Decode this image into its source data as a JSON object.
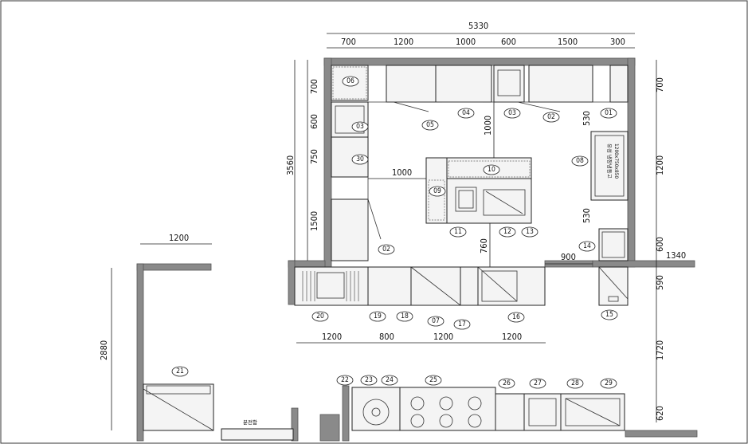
{
  "dimensions": {
    "top_total": "5330",
    "top_segments": [
      "700",
      "1200",
      "1000",
      "600",
      "1500",
      "300"
    ],
    "left_total": "3560",
    "left_segments": [
      "700",
      "600",
      "750",
      "1500"
    ],
    "right_segments": [
      "700",
      "530",
      "1200",
      "530",
      "600",
      "590",
      "1720",
      "620"
    ],
    "bottom_segments": [
      "1200",
      "800",
      "1200",
      "1200"
    ],
    "inner_1000_h": "1000",
    "inner_1000_v": "1000",
    "inner_760": "760",
    "inner_900": "900",
    "right_1340": "1340",
    "lower_left_top": "1200",
    "lower_left_side": "2880"
  },
  "equipment_labels": {
    "e01": "01",
    "e02a": "02",
    "e02b": "02",
    "e03a": "03",
    "e03b": "03",
    "e04": "04",
    "e05": "05",
    "e06": "06",
    "e07": "07",
    "e08": "08",
    "e09": "09",
    "e10": "10",
    "e11": "11",
    "e12": "12",
    "e13": "13",
    "e14": "14",
    "e15": "15",
    "e16": "16",
    "e17": "17",
    "e18": "18",
    "e19": "19",
    "e20": "20",
    "e21": "21",
    "e22": "22",
    "e23": "23",
    "e24": "24",
    "e25": "25",
    "e26": "26",
    "e27": "27",
    "e28": "28",
    "e29": "29",
    "e30": "30"
  },
  "notes": {
    "fridge_label_line1": "유성 냉장냉동고",
    "fridge_label_line2": "1200x750x850",
    "small_label": "분전함"
  }
}
